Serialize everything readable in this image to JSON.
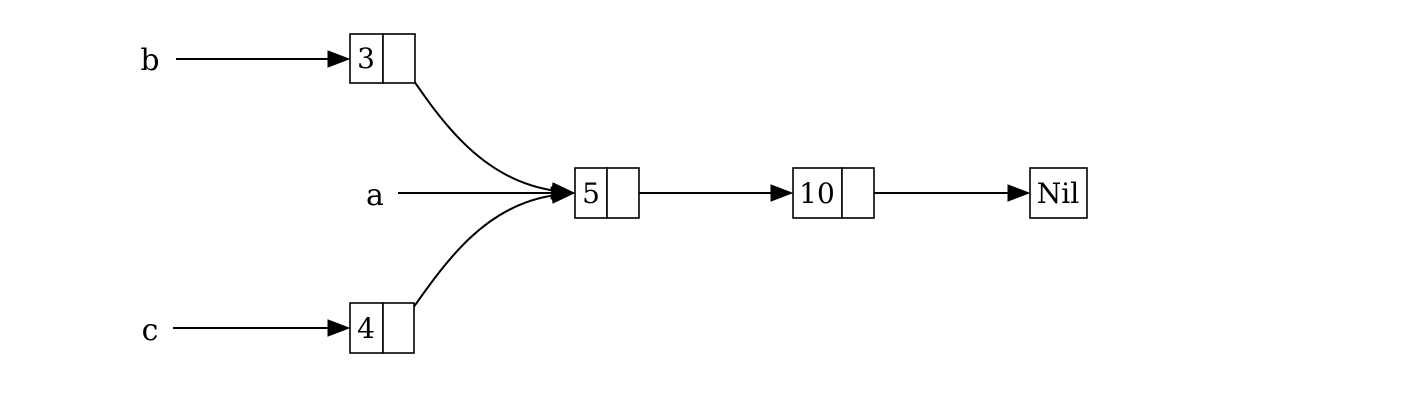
{
  "variables": [
    {
      "id": "b",
      "label": "b"
    },
    {
      "id": "a",
      "label": "a"
    },
    {
      "id": "c",
      "label": "c"
    }
  ],
  "nodes": [
    {
      "id": "n3",
      "value": "3"
    },
    {
      "id": "n5",
      "value": "5"
    },
    {
      "id": "n10",
      "value": "10"
    },
    {
      "id": "n4",
      "value": "4"
    },
    {
      "id": "nil",
      "value": "Nil"
    }
  ],
  "edges": [
    {
      "from": "b",
      "to": "n3"
    },
    {
      "from": "a",
      "to": "n5"
    },
    {
      "from": "c",
      "to": "n4"
    },
    {
      "from": "n3",
      "to": "n5"
    },
    {
      "from": "n4",
      "to": "n5"
    },
    {
      "from": "n5",
      "to": "n10"
    },
    {
      "from": "n10",
      "to": "nil"
    }
  ],
  "colors": {
    "stroke": "#000000",
    "background": "#ffffff"
  }
}
